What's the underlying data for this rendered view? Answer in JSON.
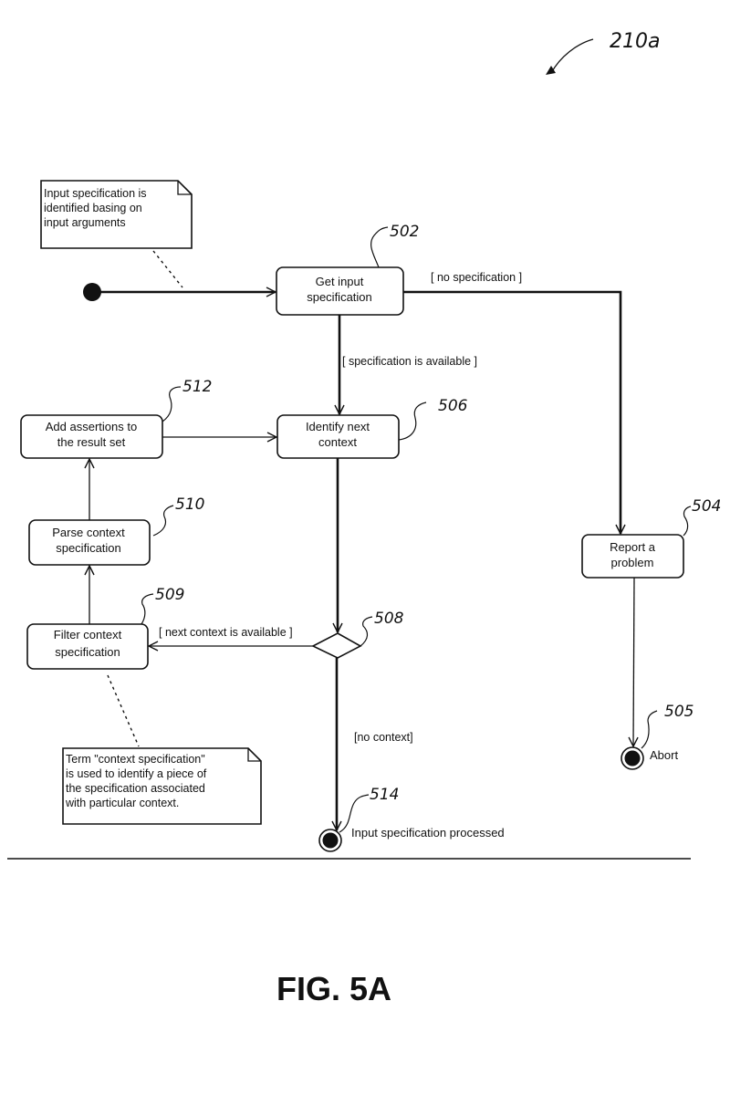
{
  "figure": {
    "label": "FIG. 5A",
    "reference": "210a"
  },
  "notes": {
    "input_note": {
      "lines": [
        "Input specification is",
        "identified basing on",
        "input arguments"
      ]
    },
    "context_note": {
      "lines": [
        "Term \"context specification\"",
        "is used to identify a piece of",
        "the specification associated",
        "with particular context."
      ]
    }
  },
  "nodes": {
    "get_input": {
      "ref": "502",
      "lines": [
        "Get input",
        "specification"
      ]
    },
    "report_problem": {
      "ref": "504",
      "lines": [
        "Report a",
        "problem"
      ]
    },
    "abort": {
      "ref": "505",
      "label": "Abort"
    },
    "identify_next": {
      "ref": "506",
      "lines": [
        "Identify next",
        "context"
      ]
    },
    "decision": {
      "ref": "508"
    },
    "filter_context": {
      "ref": "509",
      "lines": [
        "Filter context",
        "specification"
      ]
    },
    "parse_context": {
      "ref": "510",
      "lines": [
        "Parse context",
        "specification"
      ]
    },
    "add_assertions": {
      "ref": "512",
      "lines": [
        "Add assertions to",
        "the result set"
      ]
    },
    "processed": {
      "ref": "514",
      "label": "Input specification processed"
    }
  },
  "guards": {
    "no_specification": "[ no specification ]",
    "specification_available": "[ specification is available ]",
    "next_context_available": "[ next context is available ]",
    "no_context": "[no context]"
  }
}
